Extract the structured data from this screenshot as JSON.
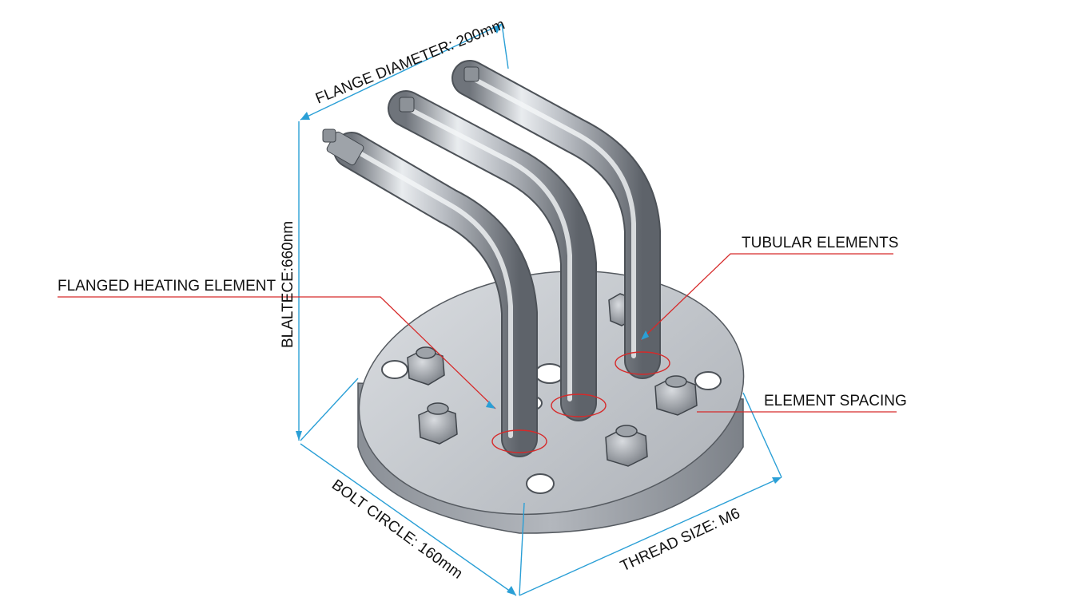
{
  "labels": {
    "flange_diameter": "FLANGE DIAMETER: 200mm",
    "height": "BLALTECE:660nm",
    "bolt_circle": "BOLT CIRCLE: 160mm",
    "thread_size": "THREAD SIZE: M6",
    "flanged_heating_element": "FLANGED HEATING ELEMENT",
    "tubular_elements": "TUBULAR ELEMENTS",
    "element_spacing": "ELEMENT SPACING"
  },
  "colors": {
    "dimension_line": "#2a9fd6",
    "leader_line": "#d62a2a",
    "metal": "#b8bcc2",
    "background": "#ffffff"
  }
}
